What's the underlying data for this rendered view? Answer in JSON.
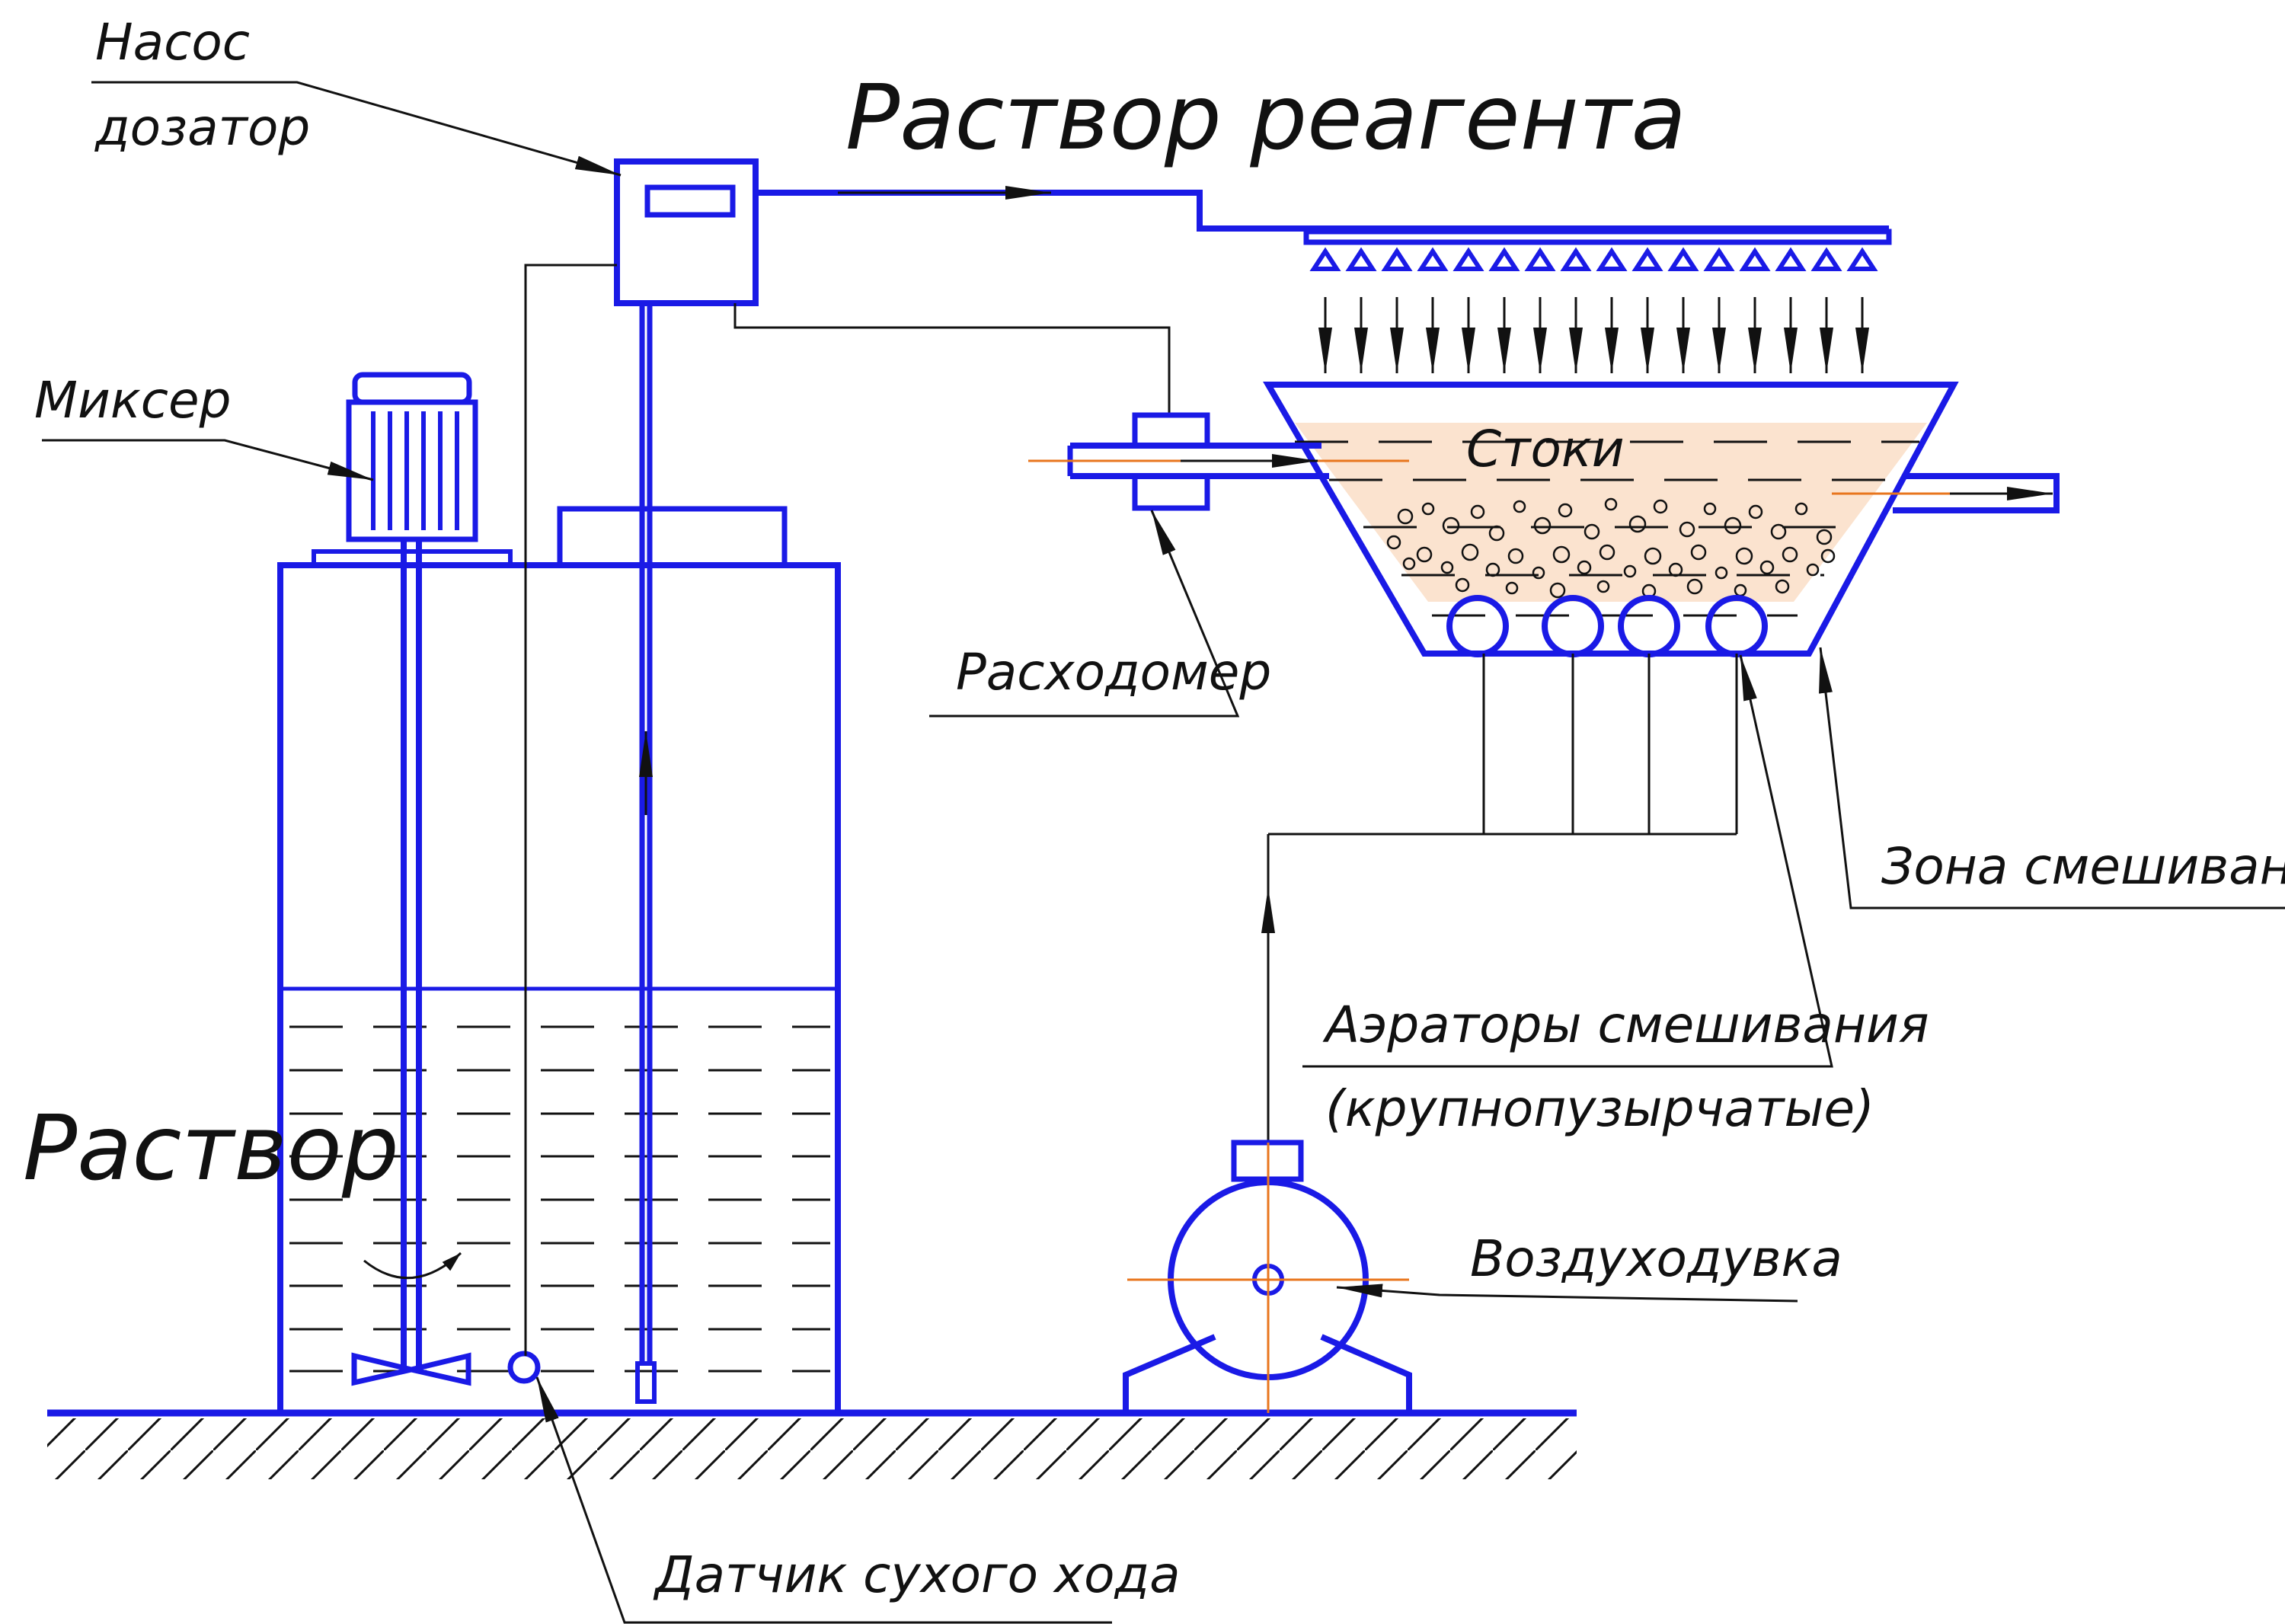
{
  "labels": {
    "pump": "Насос",
    "doser": "дозатор",
    "reagent_solution": "Раствор реагента",
    "mixer": "Миксер",
    "effluent": "Стоки",
    "flowmeter": "Расходомер",
    "mixing_zone": "Зона смешивания",
    "aerators_line1": "Аэраторы смешивания",
    "aerators_line2": "(крупнопузырчатые)",
    "solution": "Раствор",
    "blower": "Воздуходувка",
    "dry_run_sensor": "Датчик сухого хода"
  },
  "colors": {
    "equipment": "#1a1ae6",
    "leader_lines": "#111111",
    "centerlines": "#e8761e",
    "effluent_fill": "#fbe3cf"
  }
}
